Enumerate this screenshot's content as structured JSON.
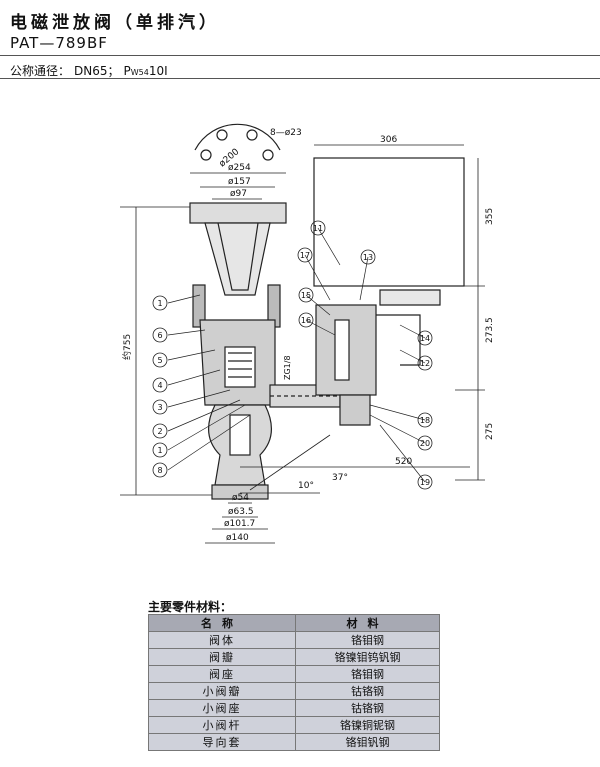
{
  "header": {
    "title": "电磁泄放阀（单排汽）",
    "model": "PAT—789BF"
  },
  "spec": {
    "label": "公称通径：",
    "dn": "DN65；",
    "p_symbol": "P",
    "p_sub": "W54",
    "p_value": "10I"
  },
  "drawing": {
    "dims": {
      "bolt": "8—ø23",
      "pcd": "ø200",
      "d254": "ø254",
      "d157": "ø157",
      "d97": "ø97",
      "w306": "306",
      "h355": "355",
      "h2735": "273.5",
      "h275": "275",
      "total": "约755",
      "w520": "520",
      "a37": "37°",
      "a10": "10°",
      "d54": "ø54",
      "d635": "ø63.5",
      "d1017": "ø101.7",
      "d140": "ø140",
      "zg": "ZG1/8"
    },
    "callouts": [
      "1",
      "6",
      "5",
      "4",
      "3",
      "2",
      "1",
      "8",
      "11",
      "17",
      "13",
      "15",
      "16",
      "14",
      "12",
      "18",
      "20",
      "19"
    ]
  },
  "materials": {
    "title": "主要零件材料：",
    "col_name": "名称",
    "col_mat": "材料",
    "rows": [
      {
        "name": "阀体",
        "material": "铬钼钢"
      },
      {
        "name": "阀瓣",
        "material": "铬镍钼钨钒钢"
      },
      {
        "name": "阀座",
        "material": "铬钼钢"
      },
      {
        "name": "小阀瓣",
        "material": "钴铬钢"
      },
      {
        "name": "小阀座",
        "material": "钴铬钢"
      },
      {
        "name": "小阀杆",
        "material": "铬镍铜铌钢"
      },
      {
        "name": "导向套",
        "material": "铬钼钒钢"
      }
    ]
  }
}
